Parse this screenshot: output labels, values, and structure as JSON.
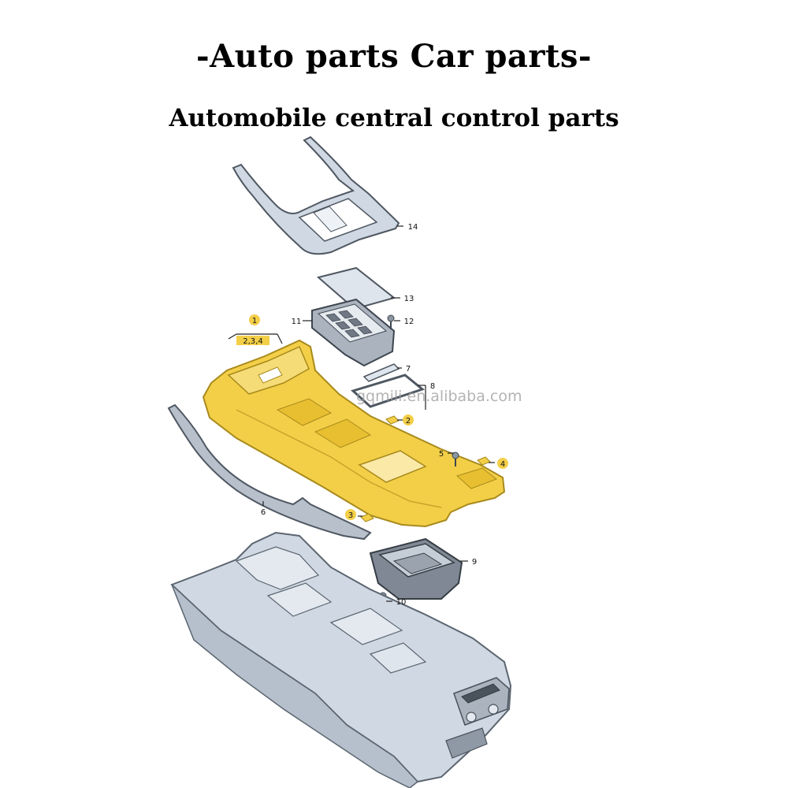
{
  "header": {
    "title": "-Auto parts Car parts-",
    "subtitle": "Automobile central control parts"
  },
  "watermark": "gqmili.en.alibaba.com",
  "callouts": [
    {
      "id": "p1",
      "label": "1",
      "highlight": true
    },
    {
      "id": "p234",
      "label": "2,3,4",
      "highlight": false
    },
    {
      "id": "p2",
      "label": "2",
      "highlight": true
    },
    {
      "id": "p3",
      "label": "3",
      "highlight": true
    },
    {
      "id": "p4",
      "label": "4",
      "highlight": true
    },
    {
      "id": "p5",
      "label": "5",
      "highlight": false
    },
    {
      "id": "p6",
      "label": "6",
      "highlight": false
    },
    {
      "id": "p7",
      "label": "7",
      "highlight": false
    },
    {
      "id": "p8",
      "label": "8",
      "highlight": false
    },
    {
      "id": "p9",
      "label": "9",
      "highlight": false
    },
    {
      "id": "p10",
      "label": "10",
      "highlight": false
    },
    {
      "id": "p11",
      "label": "11",
      "highlight": false
    },
    {
      "id": "p12",
      "label": "12",
      "highlight": false
    },
    {
      "id": "p13",
      "label": "13",
      "highlight": false
    },
    {
      "id": "p14",
      "label": "14",
      "highlight": false
    }
  ],
  "colors": {
    "highlight_part": "#f3cf48",
    "highlight_edge": "#a88a1c",
    "gray_part": "#cfd8e3",
    "gray_edge": "#5b6570",
    "dark_part": "#7f8894"
  }
}
